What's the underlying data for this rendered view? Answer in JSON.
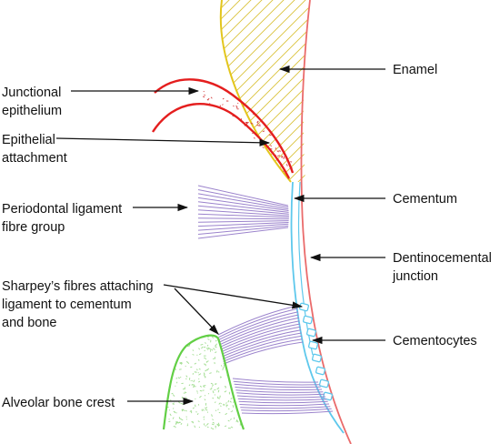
{
  "labels": {
    "enamel": "Enamel",
    "junctional_1": "Junctional",
    "junctional_2": "epithelium",
    "epithelial_1": "Epithelial",
    "epithelial_2": "attachment",
    "pdl_1": "Periodontal ligament",
    "pdl_2": "fibre group",
    "cementum": "Cementum",
    "dcj_1": "Dentinocemental",
    "dcj_2": "junction",
    "sharpey_1": "Sharpey’s fibres attaching",
    "sharpey_2": "ligament to cementum",
    "sharpey_3": "and bone",
    "cementocytes": "Cementocytes",
    "alveolar": "Alveolar bone crest"
  },
  "colors": {
    "enamel_outline": "#e3c61d",
    "enamel_hatch": "#d9c23a",
    "dentine_line": "#ea6b6b",
    "epithelium": "#e41e1e",
    "epithelium_dots": "#d43c3c",
    "cementum": "#5ec8ec",
    "fibres": "#9b83cc",
    "bone_outline": "#62cf45",
    "bone_dots": "#9fdc8e",
    "arrow": "#111111"
  }
}
